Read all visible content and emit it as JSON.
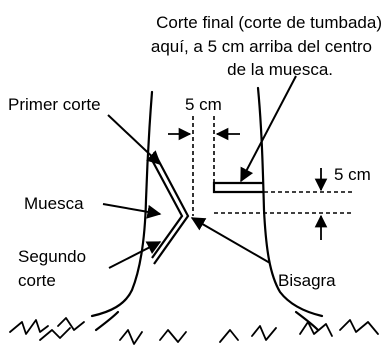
{
  "labels": {
    "final_cut_line1": "Corte final (corte de tumbada)",
    "final_cut_line2": "aquí, a 5 cm arriba del centro",
    "final_cut_line3": "de la muesca.",
    "top_measure": "5 cm",
    "right_measure": "5 cm",
    "first_cut": "Primer corte",
    "notch": "Muesca",
    "second_cut_line1": "Segundo",
    "second_cut_line2": "corte",
    "hinge": "Bisagra"
  }
}
